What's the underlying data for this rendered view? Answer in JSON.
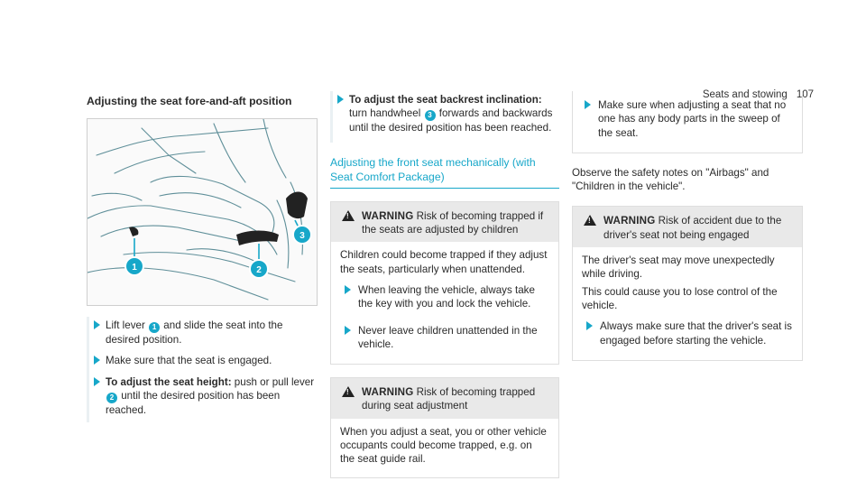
{
  "header": {
    "section": "Seats and stowing",
    "page": "107"
  },
  "col1": {
    "title": "Adjusting the seat fore-and-aft position",
    "figure_callouts": [
      "1",
      "2",
      "3"
    ],
    "steps": [
      {
        "prefix": "Lift lever",
        "badge": "1",
        "suffix": "and slide the seat into the desired position."
      },
      {
        "text": "Make sure that the seat is engaged."
      },
      {
        "strong": "To adjust the seat height:",
        "prefix": "push or pull lever",
        "badge": "2",
        "suffix": "until the desired position has been reached."
      }
    ]
  },
  "col2": {
    "top_step": {
      "strong": "To adjust the seat backrest inclination:",
      "prefix": "turn handwheel",
      "badge": "3",
      "suffix": "forwards and backwards until the desired position has been reached."
    },
    "subhead": "Adjusting the front seat mechanically (with Seat Comfort Package)",
    "warning1": {
      "label": "WARNING",
      "title": "Risk of becoming trapped if the seats are adjusted by children",
      "body": "Children could become trapped if they adjust the seats, particularly when unattended.",
      "steps": [
        "When leaving the vehicle, always take the key with you and lock the vehicle.",
        "Never leave children unattended in the vehicle."
      ]
    },
    "warning2": {
      "label": "WARNING",
      "title": "Risk of becoming trapped during seat adjustment",
      "body": "When you adjust a seat, you or other vehicle occupants could become trapped, e.g. on the seat guide rail."
    }
  },
  "col3": {
    "top_step": "Make sure when adjusting a seat that no one has any body parts in the sweep of the seat.",
    "observe": "Observe the safety notes on \"Airbags\" and \"Children in the vehicle\".",
    "warning": {
      "label": "WARNING",
      "title": "Risk of accident due to the driver's seat not being engaged",
      "body1": "The driver's seat may move unexpectedly while driving.",
      "body2": "This could cause you to lose control of the vehicle.",
      "step": "Always make sure that the driver's seat is engaged before starting the vehicle."
    }
  },
  "colors": {
    "accent": "#17a7c9",
    "warning_bg": "#e9e9e9"
  }
}
